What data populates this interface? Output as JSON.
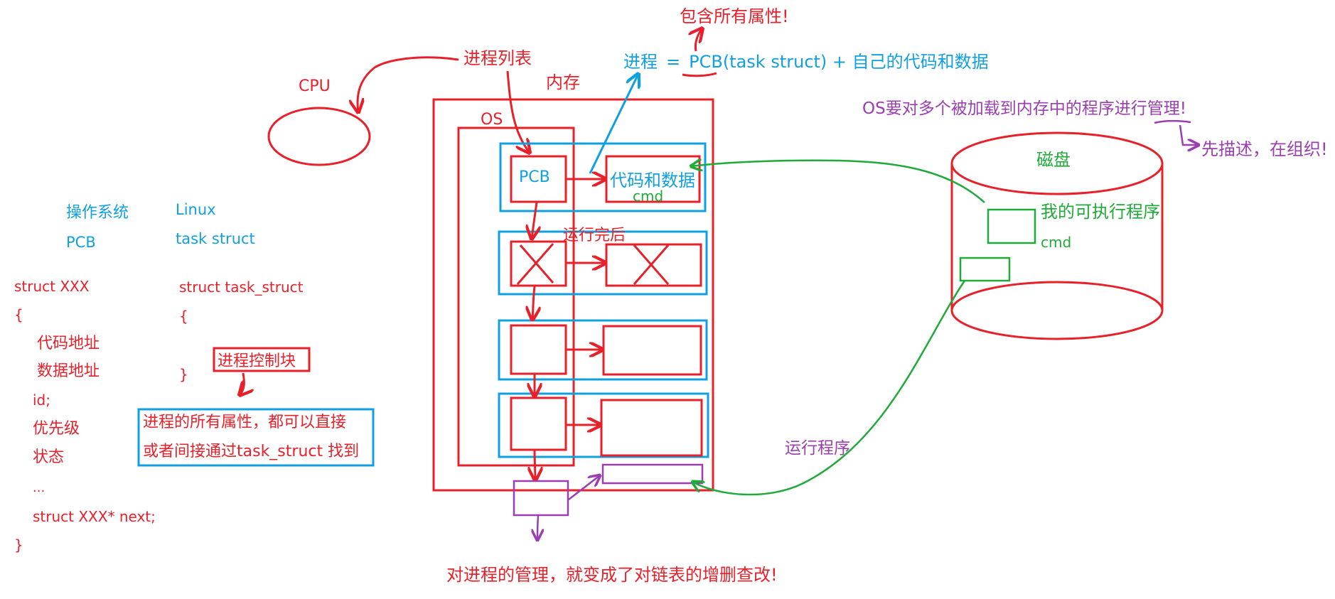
{
  "colors": {
    "red": "#e8202a",
    "blue": "#10a0e0",
    "green": "#1faa3a",
    "purple": "#9b3fb0"
  },
  "labels": {
    "cpu": "CPU",
    "process_list": "进程列表",
    "memory": "内存",
    "os": "OS",
    "pcb": "PCB",
    "code_and_data": "代码和数据",
    "cmd": "cmd",
    "run_finished": "运行完后",
    "disk": "磁盘",
    "my_executable": "我的可执行程序",
    "run_program": "运行程序",
    "contains_all_attrs": "包含所有属性!",
    "describe_then_organize": "先描述，在组织!"
  },
  "formula": {
    "lhs": "进程",
    "eq": "=",
    "pcb": "PCB",
    "rest": "(task struct) + 自己的代码和数据"
  },
  "os_manage": "OS要对多个被加载到内存中的程序进行管理!",
  "conclusion": "对进程的管理，就变成了对链表的增删查改!",
  "mapping": {
    "os_label": "操作系统",
    "os_value": "Linux",
    "pcb_label": "PCB",
    "pcb_value": "task struct"
  },
  "struct_xxx": {
    "decl": "struct XXX",
    "open": "{",
    "fields": [
      "代码地址",
      "数据地址",
      "id;",
      "优先级",
      "状态",
      "...",
      "struct XXX* next;"
    ],
    "close": "}"
  },
  "struct_task": {
    "decl": "struct task_struct",
    "open": "{",
    "close": "}"
  },
  "pcb_term": "进程控制块",
  "note": {
    "line1": "进程的所有属性，都可以直接",
    "line2": "或者间接通过task_struct  找到"
  }
}
